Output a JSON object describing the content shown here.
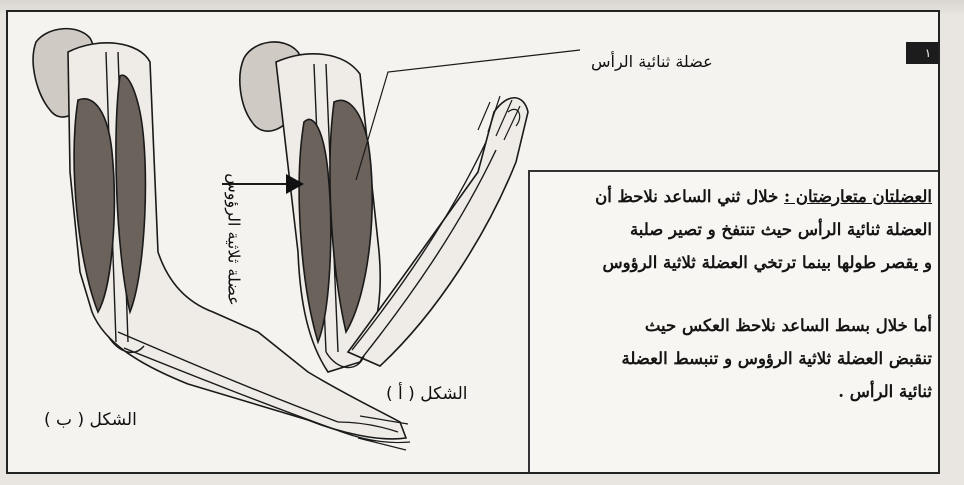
{
  "labels": {
    "biceps": "عضلة ثنائية الرأس",
    "triceps": "عضلة ثلاثية الرؤوس",
    "figure_a": "الشكل ( أ )",
    "figure_b": "الشكل ( ب )"
  },
  "badge": "١",
  "text": {
    "heading": "العضلتان متعارضتان :",
    "p1_line1_rest": " خلال ثني الساعد نلاحظ أن",
    "p1_line2": "العضلة ثنائية الرأس حيث تنتفخ و تصير صلبة",
    "p1_line3": "و يقصر طولها بينما ترتخي العضلة ثلاثية الرؤوس",
    "p2_line1": "أما خلال بسط الساعد نلاحظ العكس حيث",
    "p2_line2": "تنقبض العضلة ثلاثية الرؤوس و تنبسط العضلة",
    "p2_line3": "ثنائية الرأس ."
  },
  "colors": {
    "muscle": "#6b625c",
    "bone": "#f3f1ec",
    "outline": "#1a1a1a"
  }
}
